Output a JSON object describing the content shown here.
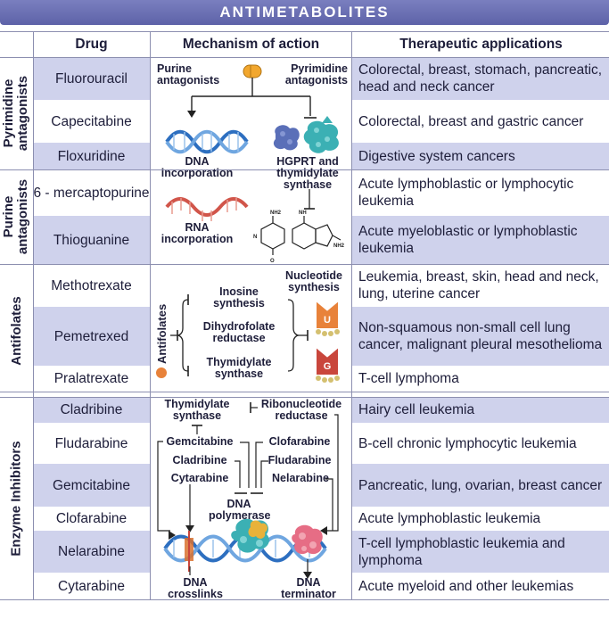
{
  "title": "ANTIMETABOLITES",
  "headers": {
    "drug": "Drug",
    "mechanism": "Mechanism of action",
    "applications": "Therapeutic applications"
  },
  "groups": {
    "pyrimidine": "Pyrimidine antagonists",
    "purine": "Purine antagonists",
    "antifolates": "Antifolates",
    "enzyme": "Enzyme Inhibitors"
  },
  "rows": [
    {
      "drug": "Fluorouracil",
      "app": "Colorectal, breast, stomach, pancreatic, head and neck cancer"
    },
    {
      "drug": "Capecitabine",
      "app": "Colorectal, breast and gastric cancer"
    },
    {
      "drug": "Floxuridine",
      "app": "Digestive system cancers"
    },
    {
      "drug": "6 - mercaptopurine",
      "app": "Acute lymphoblastic or lymphocytic leukemia"
    },
    {
      "drug": "Thioguanine",
      "app": "Acute myeloblastic or lymphoblastic leukemia"
    },
    {
      "drug": "Methotrexate",
      "app": "Leukemia, breast, skin, head and neck, lung, uterine cancer"
    },
    {
      "drug": "Pemetrexed",
      "app": "Non-squamous non-small cell lung cancer, malignant pleural mesothelioma"
    },
    {
      "drug": "Pralatrexate",
      "app": "T-cell lymphoma"
    },
    {
      "drug": "Cladribine",
      "app": "Hairy cell leukemia"
    },
    {
      "drug": "Fludarabine",
      "app": "B-cell chronic lymphocytic leukemia"
    },
    {
      "drug": "Gemcitabine",
      "app": "Pancreatic, lung, ovarian, breast cancer"
    },
    {
      "drug": "Clofarabine",
      "app": "Acute lymphoblastic leukemia"
    },
    {
      "drug": "Nelarabine",
      "app": "T-cell lymphoblastic leukemia and lymphoma"
    },
    {
      "drug": "Cytarabine",
      "app": "Acute myeloid and other leukemias"
    }
  ],
  "mechanism": {
    "purine_antagonists": "Purine antagonists",
    "pyrimidine_antagonists": "Pyrimidine antagonists",
    "dna_incorporation": "DNA incorporation",
    "hgprt": "HGPRT and thymidylate synthase",
    "rna_incorporation": "RNA incorporation",
    "antifolates": "Antifolates",
    "nucleotide_synthesis": "Nucleotide synthesis",
    "inosine_synthesis": "Inosine synthesis",
    "dihydrofolate_reductase": "Dihydrofolate reductase",
    "thymidylate_synthase": "Thymidylate synthase",
    "enz_thymidylate_synthase": "Thymidylate synthase",
    "ribonucleotide_reductase": "Ribonucleotide reductase",
    "gemcitabine": "Gemcitabine",
    "clofarabine": "Clofarabine",
    "cladribine": "Cladribine",
    "fludarabine": "Fludarabine",
    "cytarabine": "Cytarabine",
    "nelarabine": "Nelarabine",
    "dna_polymerase": "DNA polymerase",
    "dna_crosslinks": "DNA crosslinks",
    "dna_terminator": "DNA terminator",
    "u_label": "U",
    "g_label": "G",
    "nh2": "NH2",
    "n": "N",
    "nh": "NH",
    "o": "O"
  },
  "colors": {
    "header": "#6a6fb5",
    "shade": "#cfd2ec",
    "dna": "#3a7bc8",
    "rna": "#d1554a",
    "protein": "#5b6fb5",
    "u_marker": "#e8823a",
    "g_marker": "#c9463c"
  }
}
